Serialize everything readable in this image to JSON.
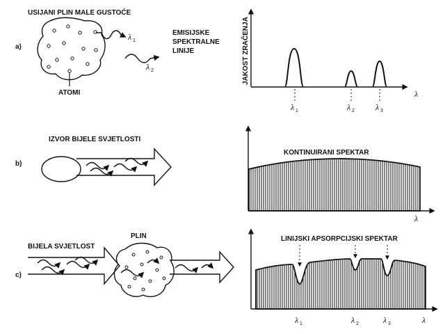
{
  "panels": {
    "a": {
      "letter": "a)",
      "gas_label": "USIJANI PLIN MALE GUSTOĆE",
      "atoms_label": "ATOMI",
      "emission_label_1": "EMISIJSKE",
      "emission_label_2": "SPEKTRALNE",
      "emission_label_3": "LINIJE",
      "y_axis_label": "JAKOST ZRAČENJA",
      "axis_symbol": "λ",
      "lambda": "λ",
      "sub_1": "1",
      "sub_2": "2",
      "sub_3": "3"
    },
    "b": {
      "letter": "b)",
      "source_label": "IZVOR BIJELE SVJETLOSTI",
      "spectrum_label": "KONTINUIRANI SPEKTAR",
      "axis_symbol": "λ"
    },
    "c": {
      "letter": "c)",
      "light_label": "BIJELA SVJETLOST",
      "gas_label": "PLIN",
      "spectrum_label": "LINIJSKI APSORPCIJSKI SPEKTAR",
      "axis_symbol": "λ",
      "lambda": "λ",
      "sub_1": "1",
      "sub_2": "2",
      "sub_3": "3"
    }
  }
}
